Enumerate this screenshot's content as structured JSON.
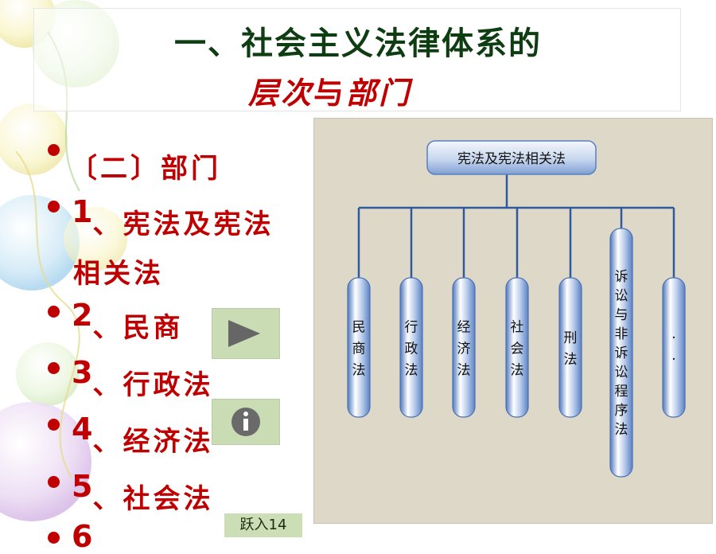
{
  "slide": {
    "title_line1": "一、社会主义法律体系的",
    "title_line2_a": "层次",
    "title_line2_b": "与",
    "title_line2_c": "部门"
  },
  "bullets": [
    {
      "num": "",
      "text": "〔二〕部门"
    },
    {
      "num": "1",
      "text": "、宪法及宪法"
    },
    {
      "num": "",
      "text": "相关法"
    },
    {
      "num": "2",
      "text": "、民商"
    },
    {
      "num": "3",
      "text": "、行政法"
    },
    {
      "num": "4",
      "text": "、经济法"
    },
    {
      "num": "5",
      "text": "、社会法"
    },
    {
      "num": "6",
      "text": ""
    }
  ],
  "diagram": {
    "root": "宪法及宪法相关法",
    "branches": [
      "民商法",
      "行政法",
      "经济法",
      "社会法",
      "刑法",
      "诉讼与非诉讼程序法",
      "……"
    ]
  },
  "controls": {
    "play_icon": "play-icon",
    "info_icon": "info-icon",
    "jump_label": "跃入14"
  },
  "colors": {
    "title_green": "#0f3d12",
    "accent_red": "#c00000",
    "pillar_blue": "#6f95d2",
    "button_green": "#c9dcb4"
  }
}
